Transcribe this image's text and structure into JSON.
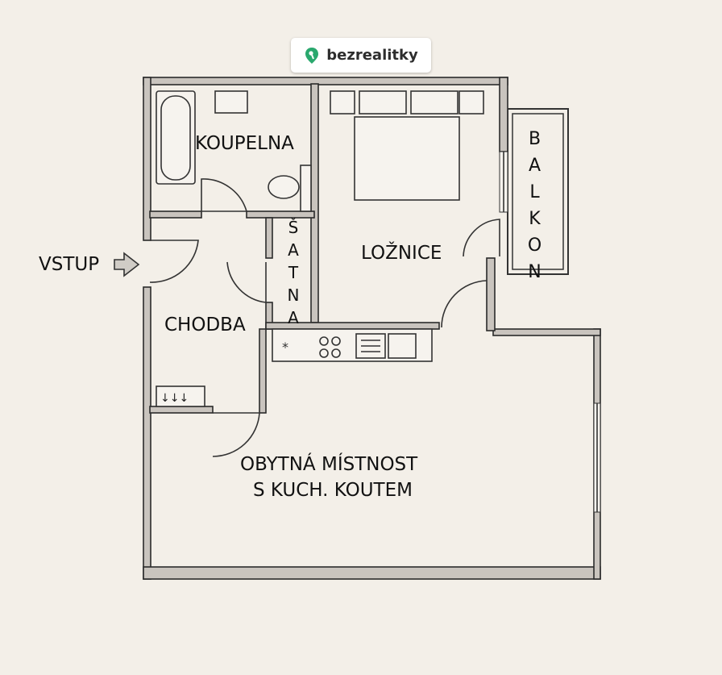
{
  "logo": {
    "text": "bezrealitky",
    "color": "#2aa86e"
  },
  "rooms": {
    "koupelna": "KOUPELNA",
    "loznice": "LOŽNICE",
    "satna": "ŠATNA",
    "balkon": "BALKON",
    "chodba": "CHODBA",
    "obytna_line1": "OBYTNÁ MÍSTNOST",
    "obytna_line2": "S KUCH. KOUTEM"
  },
  "entrance": {
    "label": "VSTUP"
  }
}
